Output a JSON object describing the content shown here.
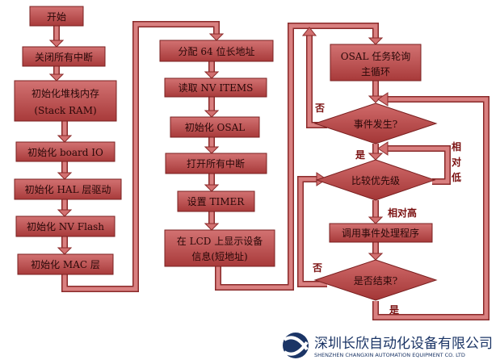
{
  "column1": [
    "开始",
    "关闭所有中断",
    "初始化堆栈内存",
    "(Stack RAM)",
    "初始化 board IO",
    "初始化 HAL 层驱动",
    "初始化 NV Flash",
    "初始化 MAC 层"
  ],
  "column2": [
    "分配 64 位长地址",
    "读取 NV ITEMS",
    "初始化 OSAL",
    "打开所有中断",
    "设置 TIMER",
    "在 LCD 上显示设备",
    "信息(短地址)"
  ],
  "column3": {
    "osal_loop": [
      "OSAL 任务轮询",
      "主循环"
    ],
    "event_decision": "事件发生?",
    "priority_decision": "比较优先级",
    "handler": "调用事件处理程序",
    "end_decision": "是否结束?"
  },
  "branch_labels": {
    "event_no": "否",
    "event_yes": "是",
    "priority_low": [
      "相",
      "对",
      "低"
    ],
    "priority_high": "相对高",
    "end_no": "否",
    "end_yes": "是"
  },
  "logo": {
    "company_cn": "深圳长欣自动化设备有限公司",
    "company_en": "SHENZHEN CHANGXIN AUTOMATION EQUIPMENT CO. LTD"
  },
  "colors": {
    "box": "#b84848",
    "border": "#7a2020",
    "logo": "#1b3566"
  }
}
